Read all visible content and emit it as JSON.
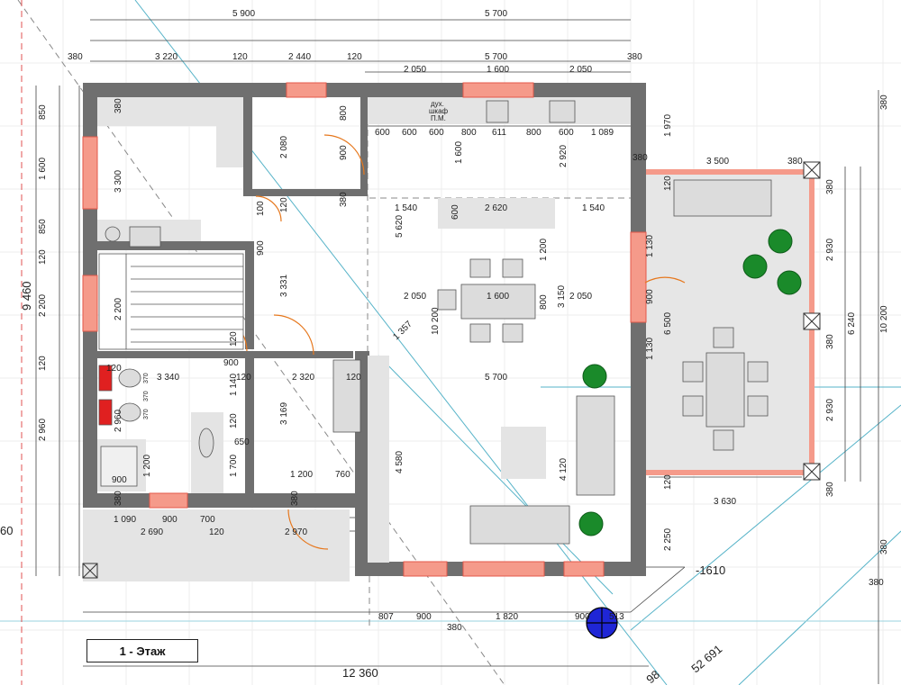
{
  "floor_label": "1 - Этаж",
  "level_mark": "-1610",
  "overall": {
    "bottom": "12 360",
    "left": "9 460",
    "left_cut": "60",
    "right": "10 200",
    "diag1": "52 691",
    "diag2": "98"
  },
  "kitchen_labels": {
    "cabinet_top": "дух.",
    "cabinet_mid": "шкаф",
    "cabinet_bot": "П.М."
  },
  "top_row1": [
    "5 900",
    "5 700"
  ],
  "top_row2": [
    "380",
    "3 220",
    "120",
    "2 440",
    "120",
    "5 700",
    "380"
  ],
  "top_row3": [
    "2 050",
    "1 600",
    "2 050"
  ],
  "kitchen_row": [
    "600",
    "600",
    "600",
    "800",
    "611",
    "800",
    "600",
    "1 089"
  ],
  "left_col_outer": [
    "850",
    "1 600",
    "850",
    "120",
    "2 200",
    "120",
    "2 960"
  ],
  "left_col_inner": [
    "380",
    "3 300",
    "2 200",
    "2 960",
    "1 200",
    "380"
  ],
  "interior": [
    "2 080",
    "800",
    "900",
    "380",
    "100",
    "120",
    "900",
    "3 331",
    "120",
    "900",
    "120",
    "3 340",
    "120",
    "2 320",
    "120",
    "1 140",
    "3 169",
    "120",
    "650",
    "1 700",
    "1 200",
    "760",
    "900",
    "370",
    "370",
    "370",
    "1 090",
    "900",
    "700",
    "2 690",
    "120",
    "380",
    "2 970"
  ],
  "living": [
    "1 600",
    "2 920",
    "1 540",
    "600",
    "2 620",
    "1 540",
    "5 620",
    "1 200",
    "2 050",
    "1 600",
    "800",
    "2 050",
    "3 150",
    "1 357",
    "10 200",
    "5 700",
    "4 580",
    "4 120"
  ],
  "bottom_row": [
    "807",
    "900",
    "380",
    "1 820",
    "900",
    "513"
  ],
  "terrace": [
    "1 970",
    "380",
    "380",
    "3 500",
    "380",
    "120",
    "380",
    "2 930",
    "1 130",
    "900",
    "1 130",
    "6 500",
    "380",
    "6 240",
    "2 930",
    "120",
    "3 630",
    "380",
    "2 250",
    "380",
    "380"
  ]
}
